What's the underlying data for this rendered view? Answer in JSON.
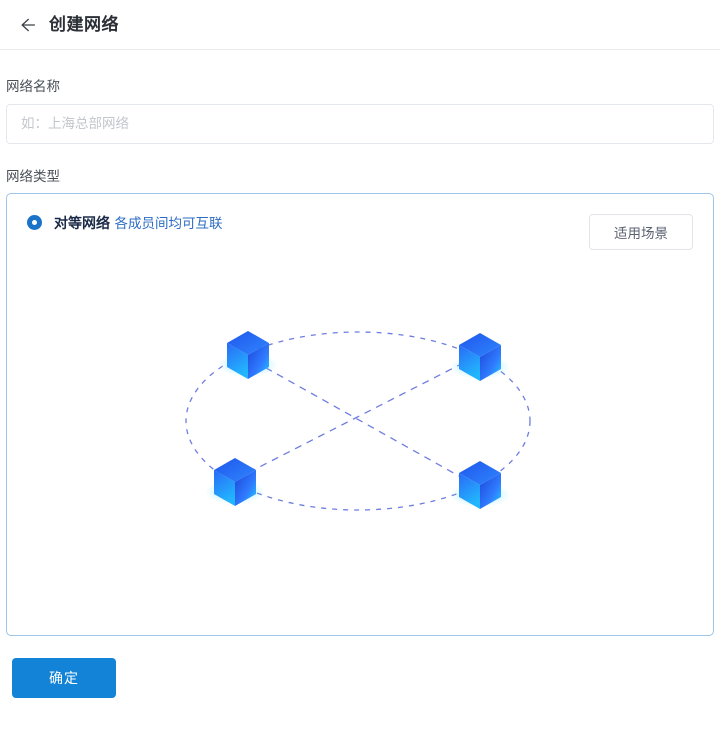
{
  "header": {
    "back_icon": "arrow-left-icon",
    "title": "创建网络"
  },
  "form": {
    "name_label": "网络名称",
    "name_placeholder": "如：上海总部网络",
    "name_value": "",
    "type_label": "网络类型"
  },
  "network_type": {
    "selected": true,
    "title": "对等网络",
    "description": "各成员间均可互联",
    "scene_button": "适用场景",
    "diagram": {
      "node_icon": "cube-icon",
      "node_count": 4,
      "link_style": "dashed",
      "accent": "#3b5bdb",
      "cube_colors": [
        "#1b4fe0",
        "#2f7bff",
        "#1ec8ff",
        "#0a3fd6"
      ]
    }
  },
  "footer": {
    "confirm_label": "确定"
  },
  "colors": {
    "primary": "#1283d6",
    "card_border": "#9ec5ea",
    "link_text": "#2b6cc4",
    "radio": "#1a73c9"
  }
}
